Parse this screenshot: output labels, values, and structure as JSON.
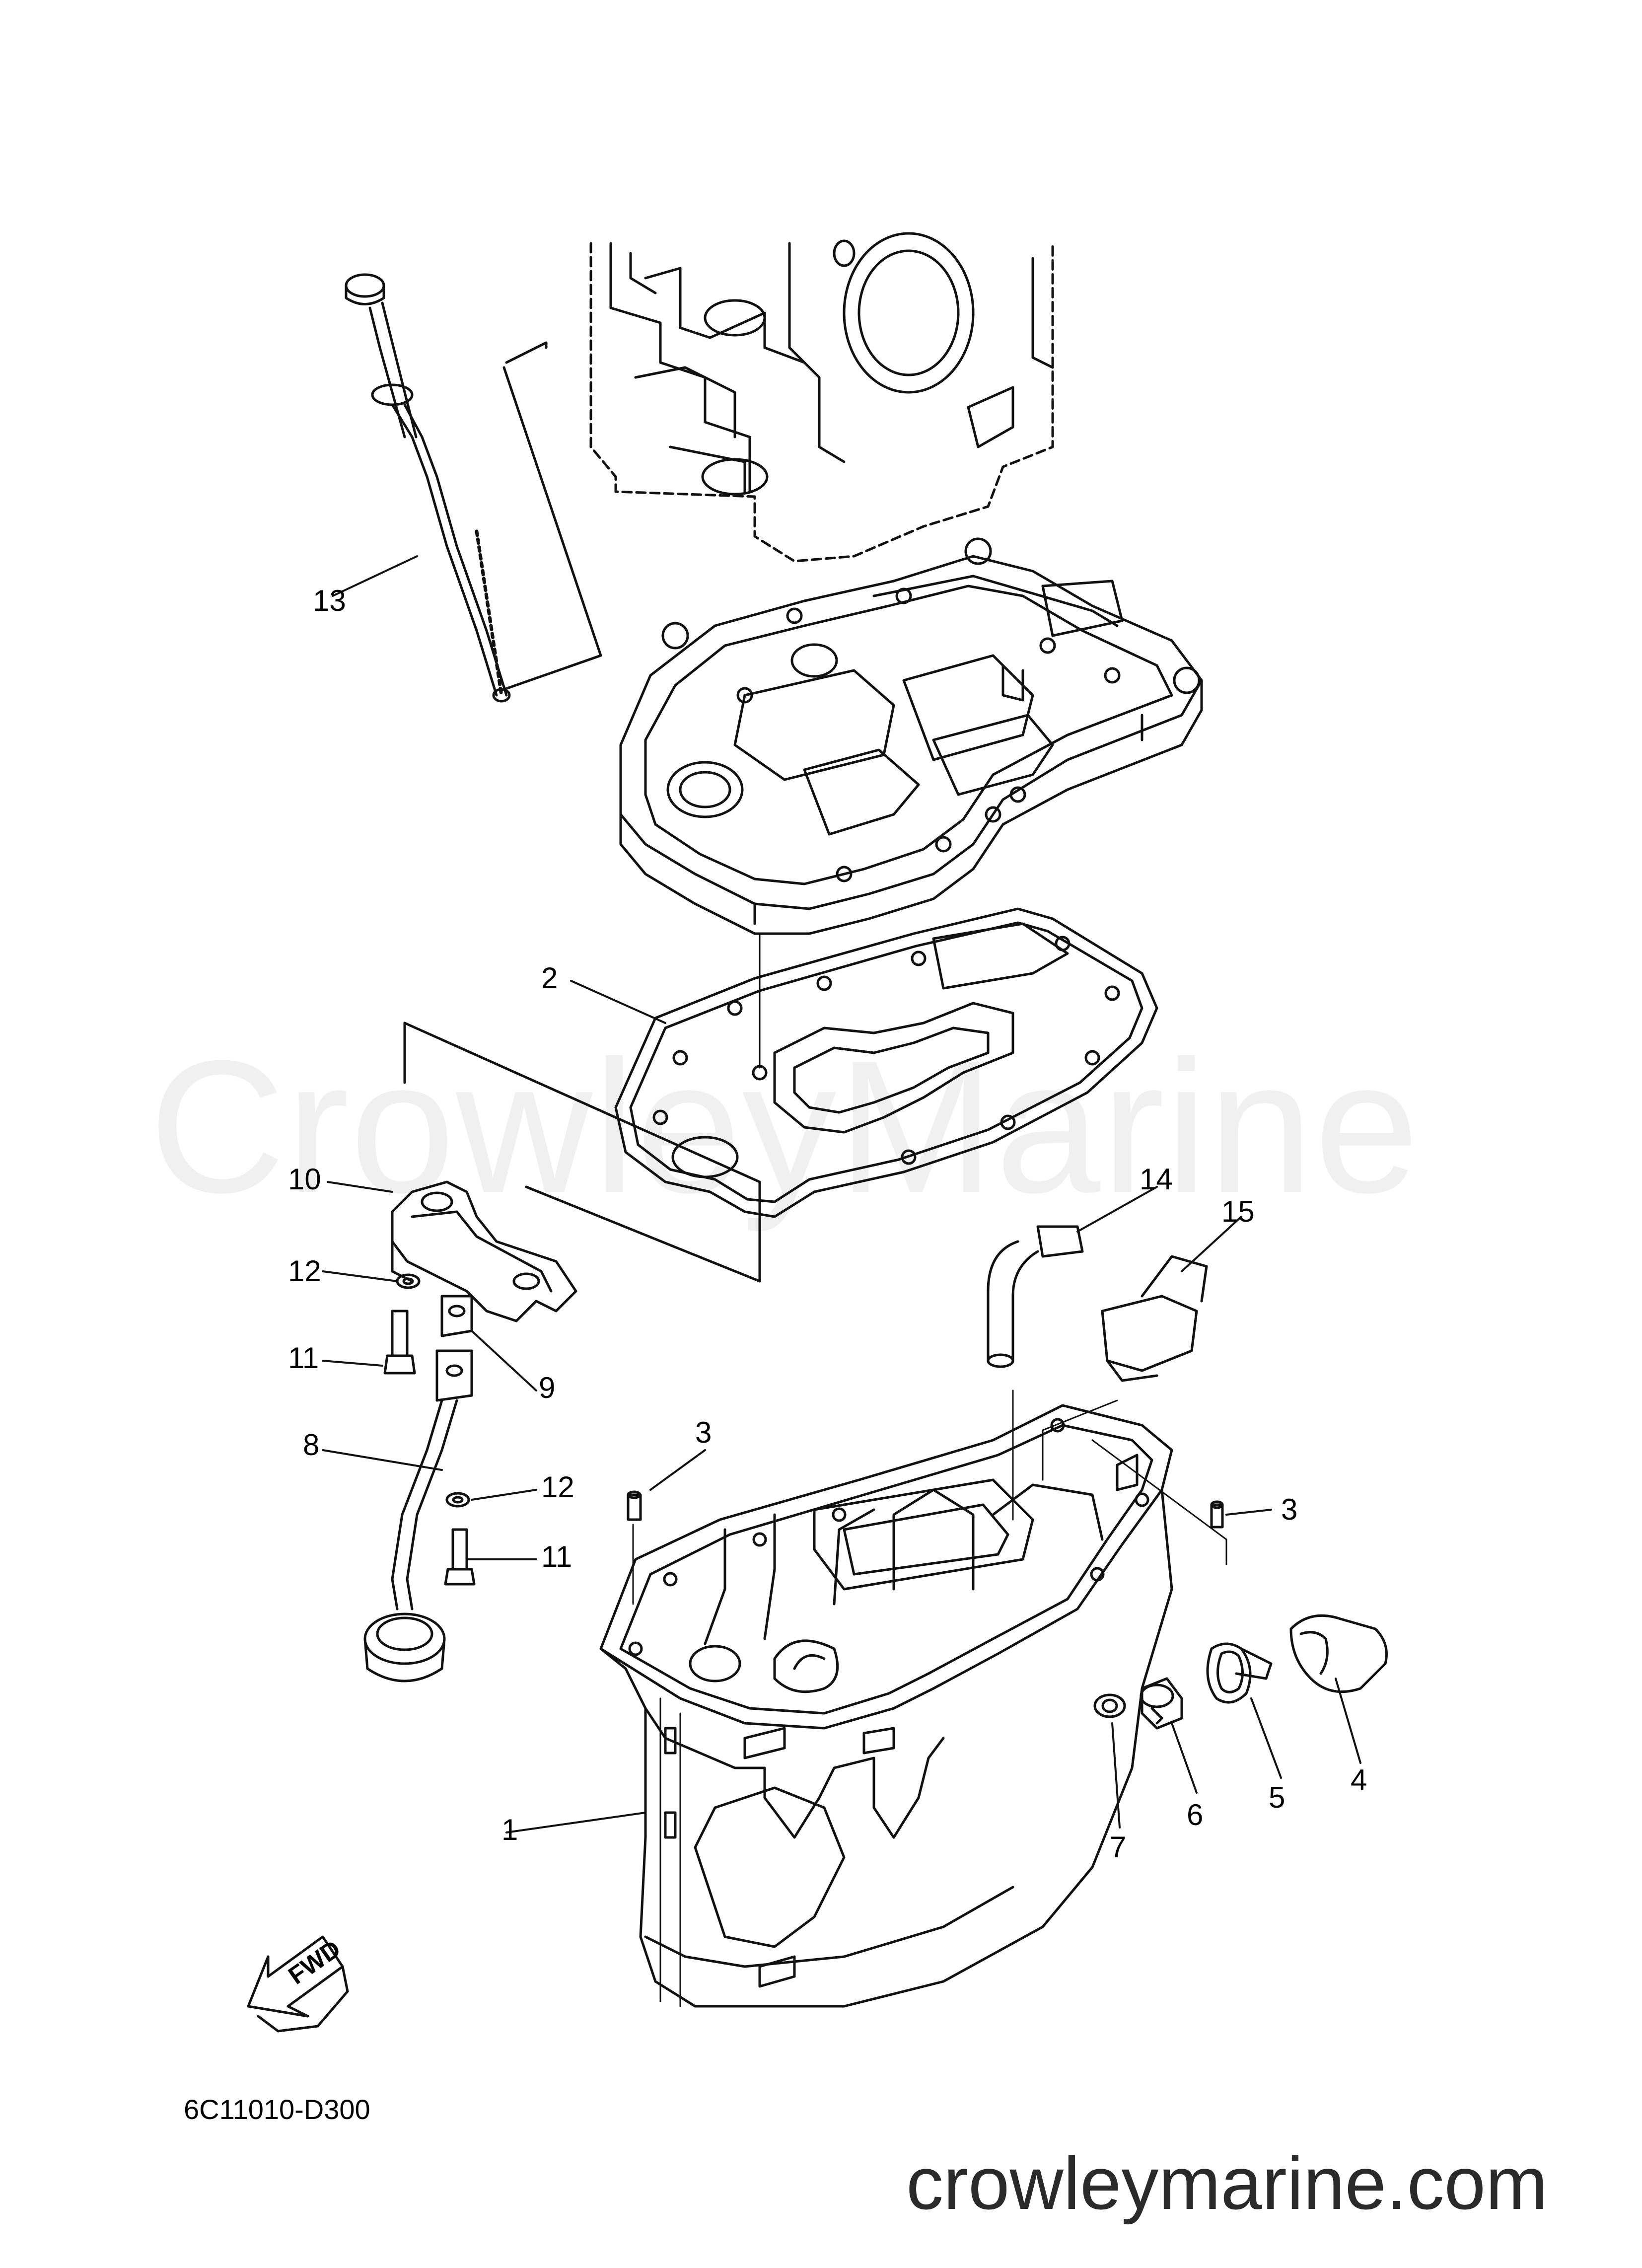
{
  "watermark": "CrowleyMarine",
  "callouts": [
    "1",
    "2",
    "3",
    "3",
    "4",
    "5",
    "6",
    "7",
    "8",
    "9",
    "10",
    "11",
    "11",
    "12",
    "12",
    "13",
    "14",
    "15"
  ],
  "fwd_label": "FWD",
  "diagram_code": "6C11010-D300",
  "footer": "crowleymarine.com"
}
